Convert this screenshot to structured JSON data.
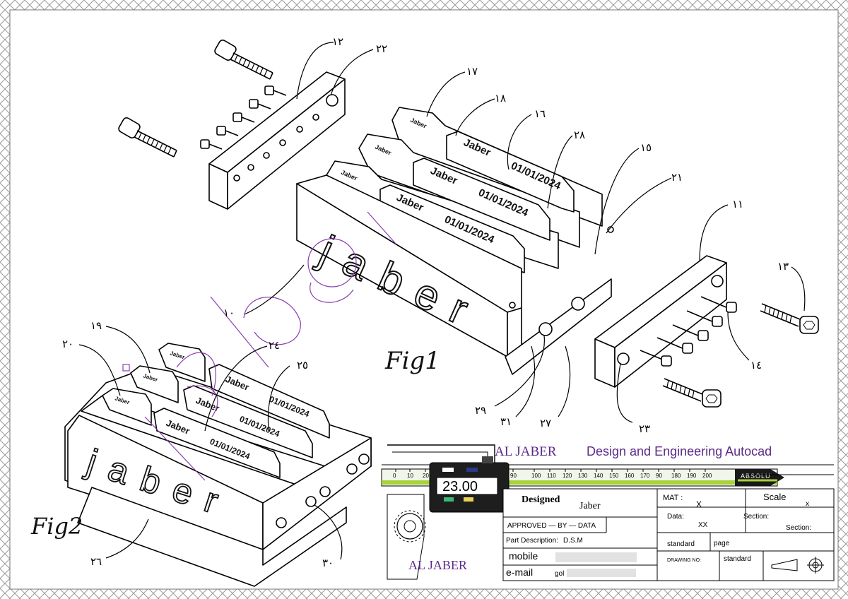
{
  "figures": {
    "fig1_label": "Fig1",
    "fig2_label": "Fig2"
  },
  "part_numbers": {
    "n11": "١١",
    "n12": "١٢",
    "n13": "١٣",
    "n14": "١٤",
    "n15": "١٥",
    "n16": "١٦",
    "n17": "١٧",
    "n18": "١٨",
    "n19": "١٩",
    "n20": "٢٠",
    "n21": "٢١",
    "n22": "٢٢",
    "n23": "٢٣",
    "n24": "٢٤",
    "n25": "٢٥",
    "n26": "٢٦",
    "n27": "٢٧",
    "n28": "٢٨",
    "n29": "٢٩",
    "n30": "٣٠",
    "n31": "٣١",
    "n10": "١٠"
  },
  "stamp": {
    "brand": "Jaber",
    "date": "01/01/2024",
    "front_text": "jaber"
  },
  "title_block": {
    "banner_title_a": "AL JABER",
    "banner_title_b": "Design and Engineering Autocad",
    "caliper_reading": "23.00",
    "caliper_brand": "ABSOLU",
    "scale_ticks": [
      "0",
      "10",
      "20",
      "90",
      "100",
      "110",
      "120",
      "130",
      "140",
      "150",
      "160",
      "170",
      "90",
      "180",
      "190",
      "200"
    ],
    "designed_label": "Designed",
    "designed_value": "Jaber",
    "approved_label": "APPROVED — BY — DATA",
    "part_desc_label": "Part Description:",
    "part_desc_value": "D.S.M",
    "mobile_label": "mobile",
    "email_label": "e-mail",
    "email_value": "gol",
    "logo_text": "AL JABER",
    "mat_label": "MAT :",
    "mat_value": "X",
    "scale_label": "Scale",
    "scale_value": "x",
    "data_label": "Data:",
    "data_value": "XX",
    "section_label": "Section:",
    "section_value": "Section:",
    "standard_a": "standard",
    "page_label": "page",
    "drawing_no_label": "DRAWING NO:",
    "standard_b": "standard"
  }
}
